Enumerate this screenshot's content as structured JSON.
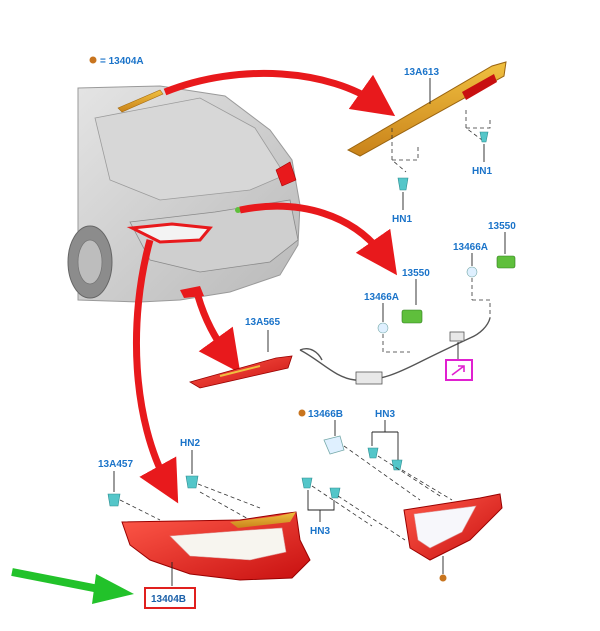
{
  "legend": {
    "text": "= 13404A",
    "dot_color": "#c8741e"
  },
  "labels": {
    "third_brake_lamp": "13A613",
    "hn1_right": "HN1",
    "hn1_left": "HN1",
    "socket_upper": "13466A",
    "bulb_upper": "13550",
    "socket_lower": "13466A",
    "bulb_lower": "13550",
    "license_lamp": "13A565",
    "inner_bulb": "13466B",
    "hn3_top": "HN3",
    "hn3_bottom": "HN3",
    "hn2": "HN2",
    "grommet_outer": "13A457",
    "outer_tail_lamp": "13404B"
  },
  "colors": {
    "arrow_red": "#e8191c",
    "arrow_green": "#22c22a",
    "label_blue": "#1a73c9",
    "lamp_red": "#e22a2a",
    "lamp_amber": "#d99a1e",
    "connector_green": "#5fbf3c",
    "clip_cyan": "#54c6c9",
    "highlight_magenta": "#e020d0",
    "highlight_red_box": "#e0201e"
  },
  "icons": {
    "connector_symbol": "arrow-ne-icon"
  }
}
